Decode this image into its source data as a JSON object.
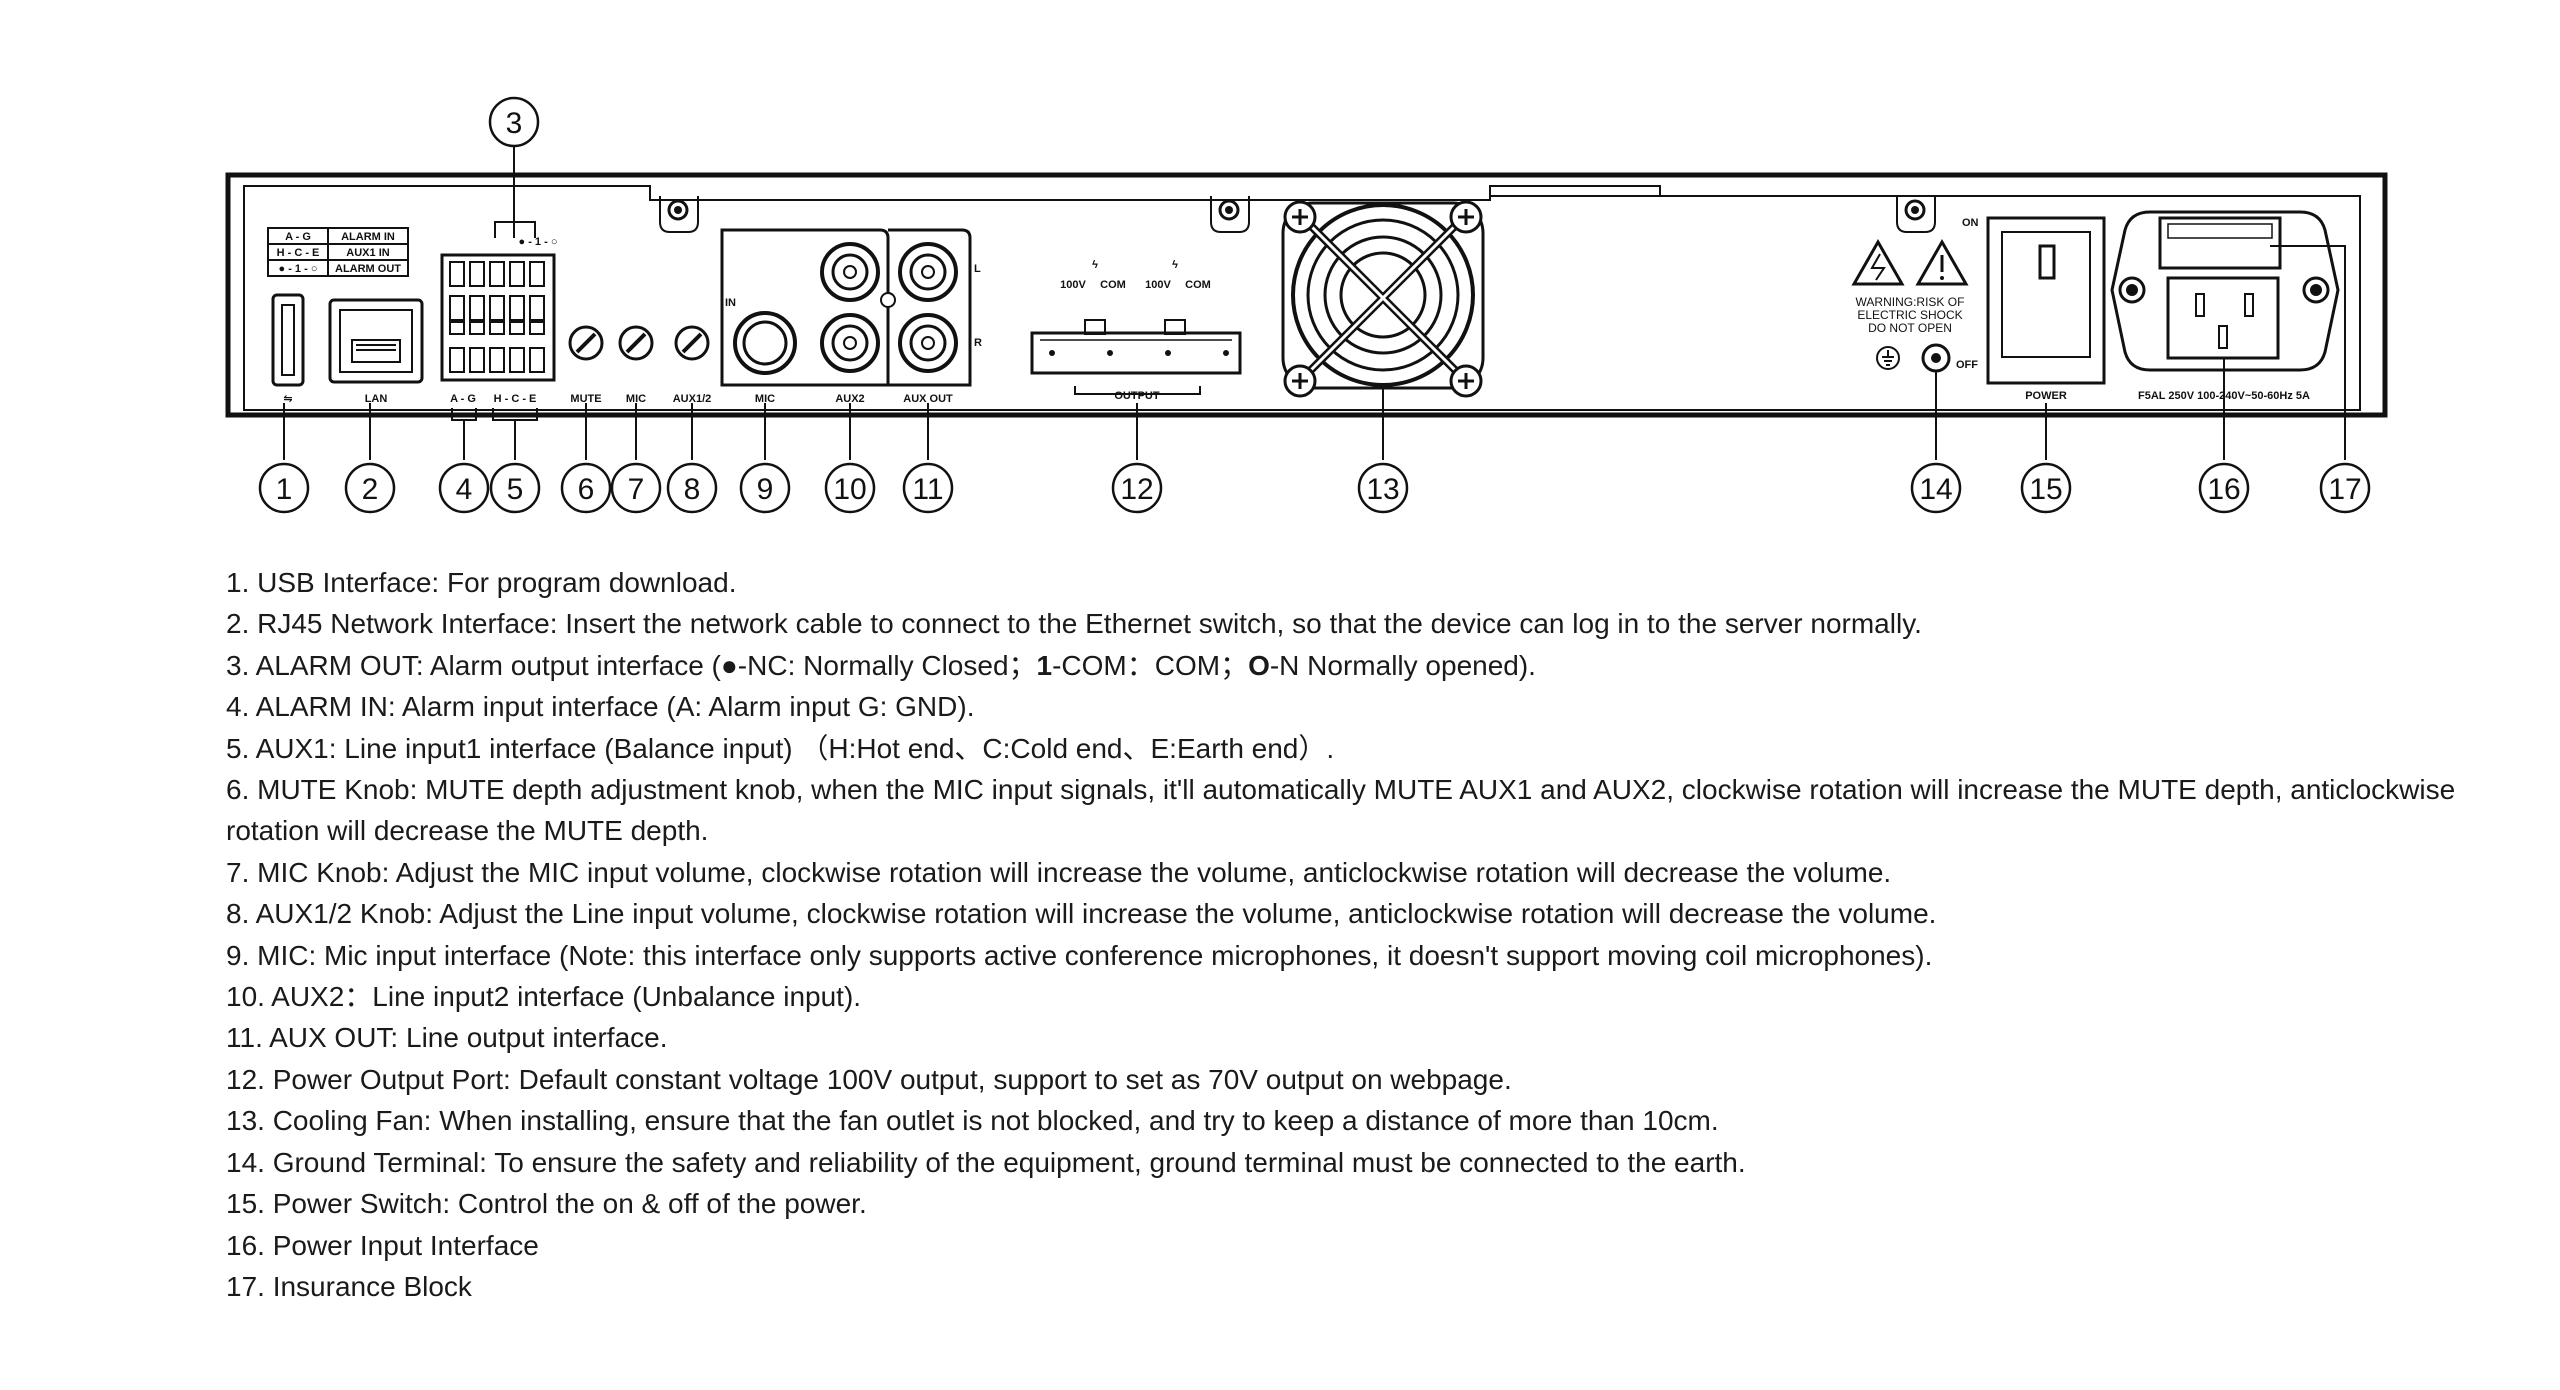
{
  "panel": {
    "port_labels": {
      "lan": "LAN",
      "ag": "A - G",
      "hce": "H - C - E",
      "mute": "MUTE",
      "mic": "MIC",
      "aux12": "AUX1/2",
      "mic_jack": "MIC",
      "aux2": "AUX2",
      "auxout": "AUX OUT",
      "output": "OUTPUT",
      "power": "POWER",
      "in": "IN",
      "l": "L",
      "r": "R",
      "on": "ON",
      "off": "OFF"
    },
    "terminal_top": [
      "100V",
      "COM",
      "100V",
      "COM"
    ],
    "legend": [
      [
        "A - G",
        "ALARM   IN"
      ],
      [
        "H - C - E",
        "AUX1     IN"
      ],
      [
        "● - 1 - ○",
        "ALARM OUT"
      ]
    ],
    "alarm_mark": "● - 1 - ○",
    "warning": [
      "WARNING:RISK OF",
      "ELECTRIC SHOCK",
      "DO NOT OPEN"
    ],
    "fuse_spec": "F5AL 250V  100-240V~50-60Hz  5A",
    "callouts": [
      "1",
      "2",
      "3",
      "4",
      "5",
      "6",
      "7",
      "8",
      "9",
      "10",
      "11",
      "12",
      "13",
      "14",
      "15",
      "16",
      "17"
    ]
  },
  "descriptions": [
    "1. USB Interface: For program download.",
    "2. RJ45 Network Interface: Insert the network cable to connect to the Ethernet switch, so that the device can log in to the server normally.",
    "",
    "4. ALARM IN: Alarm input interface (A: Alarm input G: GND).",
    "5. AUX1: Line input1 interface (Balance input) （H:Hot end、C:Cold end、E:Earth end）.",
    "6. MUTE Knob: MUTE depth adjustment knob, when the MIC input signals, it'll automatically MUTE AUX1 and AUX2, clockwise rotation will increase the MUTE depth, anticlockwise rotation will decrease the MUTE depth.",
    "7. MIC Knob: Adjust the MIC input volume, clockwise rotation will increase the volume, anticlockwise rotation will decrease the volume.",
    "8. AUX1/2 Knob: Adjust the Line input volume, clockwise rotation will increase the volume, anticlockwise rotation will decrease the volume.",
    "9. MIC: Mic input interface (Note: this interface only supports active conference microphones, it doesn't support moving coil microphones).",
    "10. AUX2：Line input2 interface (Unbalance input).",
    "11. AUX OUT: Line output interface.",
    "12. Power Output Port: Default constant voltage 100V output, support to set as 70V output on webpage.",
    "13. Cooling Fan: When installing, ensure that the fan outlet is not blocked, and try to keep a distance of more than 10cm.",
    "14. Ground Terminal: To ensure the safety and reliability of the equipment, ground terminal must be connected to the earth.",
    "15. Power Switch: Control the on & off of the power.",
    "16. Power Input Interface",
    "17. Insurance Block"
  ],
  "item3": {
    "prefix": "3. ALARM OUT: Alarm output interface (",
    "nc_symbol": "●",
    "nc_text": "-NC: Normally Closed；",
    "com_symbol": "1",
    "com_text": "-COM：COM；",
    "no_symbol": "O",
    "no_text": "-N Normally opened)."
  }
}
